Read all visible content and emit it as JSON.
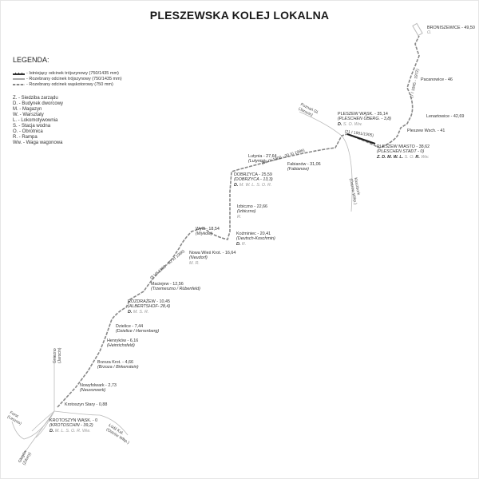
{
  "title": "PLESZEWSKA KOLEJ LOKALNA",
  "legend": {
    "heading": "LEGENDA:",
    "lines": [
      {
        "label": "- Istniejący odcinek trójszynowy (750/1435 mm)",
        "color": "#333333"
      },
      {
        "label": "- Rozebrany odcinek trójszynowy (750/1435 mm)",
        "color": "#aaaaaa"
      },
      {
        "label": "- Rozebrany odcinek wąskotorowy (750 mm)",
        "color": "#888888"
      }
    ],
    "abbreviations": [
      "Z. - Siedziba zarządu",
      "D. - Budynek dworcowy",
      "M. - Magazyn",
      "W. - Warsztaty",
      "L. - Lokomotywownia",
      "S. - Stacja wodna",
      "O. - Obrotnica",
      "R. - Rampa",
      "Ww. - Waga wagonowa"
    ]
  },
  "stations": [
    {
      "id": "broniszewice",
      "name": "BRONISZEWICE - 49,50",
      "facilities_bold": "",
      "facilities": "O."
    },
    {
      "id": "pacanowice",
      "name": "Pacanowice - 46"
    },
    {
      "id": "lenartowice",
      "name": "Lenartowice - 42,69"
    },
    {
      "id": "pleszew-wsch",
      "name": "Pleszew Wsch. - 41"
    },
    {
      "id": "pleszew-miasto",
      "name": "PLESZEW MIASTO - 38,62",
      "german": "(PLESCHEN STADT - 0)",
      "facilities_bold": "Z. D. M. W. L.",
      "facilities": " S. O. ",
      "facilities_bold2": "R.",
      "facilities2": " Ww."
    },
    {
      "id": "pleszew-wask",
      "name": "PLESZEW WĄSK. - 35,14",
      "german": "(PLESCHEN ÜBERG. - 3,8)",
      "facilities_bold": "D.",
      "facilities": " S. O. Ww."
    },
    {
      "id": "fabianow",
      "name": "Fabianów - 31,06",
      "german": "(Fabianow)"
    },
    {
      "id": "lutynia",
      "name": "Lutynia - 27,64",
      "german": "(Lutynia)"
    },
    {
      "id": "dobrzyca",
      "name": "DOBRZYCA - 25,59",
      "german": "(DOBRZYCA - 13,3)",
      "facilities_bold": "D.",
      "facilities": " M. W. L. S. O. R."
    },
    {
      "id": "izbiczno",
      "name": "Izbiczno - 22,66",
      "german": "(Izbiczno)",
      "facilities": "R."
    },
    {
      "id": "kozminiec",
      "name": "Koźminiec - 20,41",
      "german": "(Deutsch-Koschmin)",
      "facilities_bold": "D.",
      "facilities": " R."
    },
    {
      "id": "wyki",
      "name": "Wyki - 18,54",
      "german": "(Wykow)"
    },
    {
      "id": "nowa-wies",
      "name": "Nowa Wieś Krot. - 16,64",
      "german": "(Neudorf)",
      "facilities": "M. R."
    },
    {
      "id": "maciejew",
      "name": "Maciejew - 12,56",
      "german": "(Trzemeszno / Rübenfeld)"
    },
    {
      "id": "rozdrazew",
      "name": "ROZDRAŻEW - 10,45",
      "german": "(ALBERTSHOF- 28,4)",
      "facilities_bold": "D.",
      "facilities": " M. S. R."
    },
    {
      "id": "dzielice",
      "name": "Dzielice - 7,44",
      "german": "(Dzielice / Herrenberg)"
    },
    {
      "id": "henrykow",
      "name": "Henryków - 6,16",
      "german": "(Heinrichsfeld)"
    },
    {
      "id": "brzoza",
      "name": "Brzoza Krot. - 4,66",
      "german": "(Brzoza / Birkenstein)"
    },
    {
      "id": "nowyfolwark",
      "name": "Nowyfolwark - 2,73",
      "german": "(Neuvorwerk)"
    },
    {
      "id": "krotoszyn-stary",
      "name": "Krotoszyn Stary - 0,88"
    },
    {
      "id": "krotoszyn-wask",
      "name": "KROTOSZYN WĄSK. - 0",
      "german": "(KROTOSCHIN - 39,2)",
      "facilities_bold": "D.",
      "facilities": " M. L. S. O. R. Ww."
    }
  ],
  "section_dates": {
    "north": "(7 I 1945 - 1972)",
    "pleszew": "(21 I 1901/1905)",
    "lutynia": "(20 IX 1900 - 30 XI 1986)",
    "maciejew": "(8 VII 1900 - 30 XI 1986)"
  },
  "connections": {
    "poznan": [
      "Poznań Gł.",
      "(Jarocin)"
    ],
    "kluczbork": [
      "Kluczbork",
      "(Ostrów Wlkp.)"
    ],
    "gniezno": [
      "Gniezno",
      "(Jarocin)"
    ],
    "forst": [
      "Forst",
      "(Leszno)"
    ],
    "glogow": [
      "Głogów",
      "(Zduny)"
    ],
    "lodz": [
      "Łódź Kal.",
      "(Ostrów Wlkp.)"
    ]
  },
  "colors": {
    "existing_track": "#333333",
    "removed_dual": "#aaaaaa",
    "removed_narrow": "#888888",
    "standard_line": "#bbbbbb",
    "facility_inactive": "#999999"
  }
}
